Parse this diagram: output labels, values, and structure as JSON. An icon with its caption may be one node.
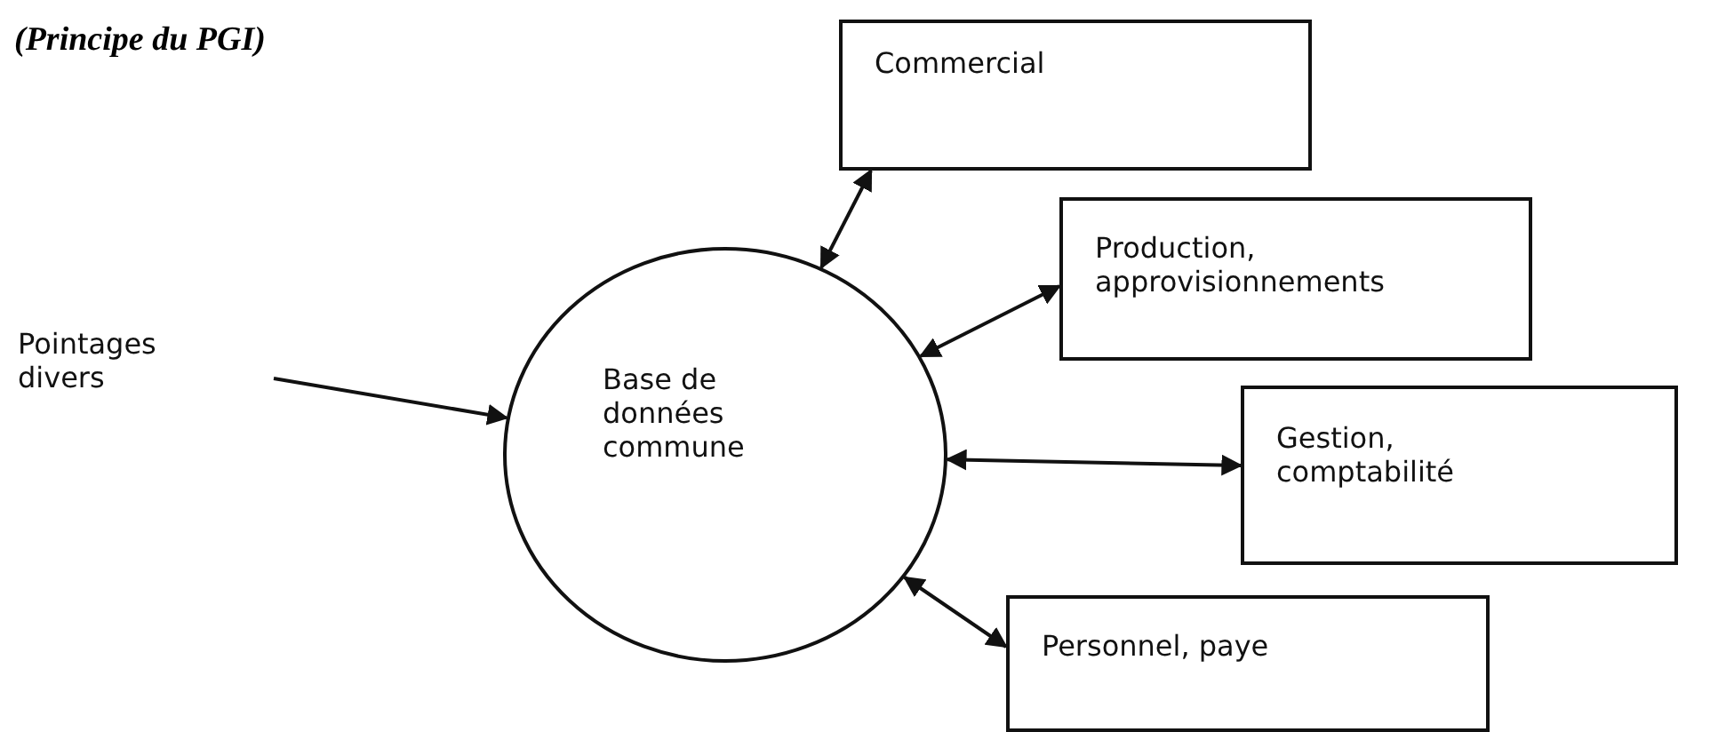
{
  "diagram": {
    "title": "(Principe du PGI)",
    "nodes": [
      {
        "text": [
          "Pointages divers"
        ]
      },
      {
        "text": [
          "Base de données commune"
        ]
      },
      {
        "text": [
          "Commercial"
        ]
      },
      {
        "text": [
          "Production, approvisionnements"
        ]
      },
      {
        "text": [
          "Gestion, comptabilité"
        ]
      },
      {
        "text": [
          "Personnel, paye"
        ]
      }
    ],
    "edges": [
      {
        "from": 0,
        "to": 1,
        "arrow": "to"
      },
      {
        "from": 1,
        "to": 2,
        "arrow": "both"
      },
      {
        "from": 1,
        "to": 3,
        "arrow": "both"
      },
      {
        "from": 1,
        "to": 4,
        "arrow": "both"
      },
      {
        "from": 1,
        "to": 5,
        "arrow": "both"
      }
    ]
  }
}
